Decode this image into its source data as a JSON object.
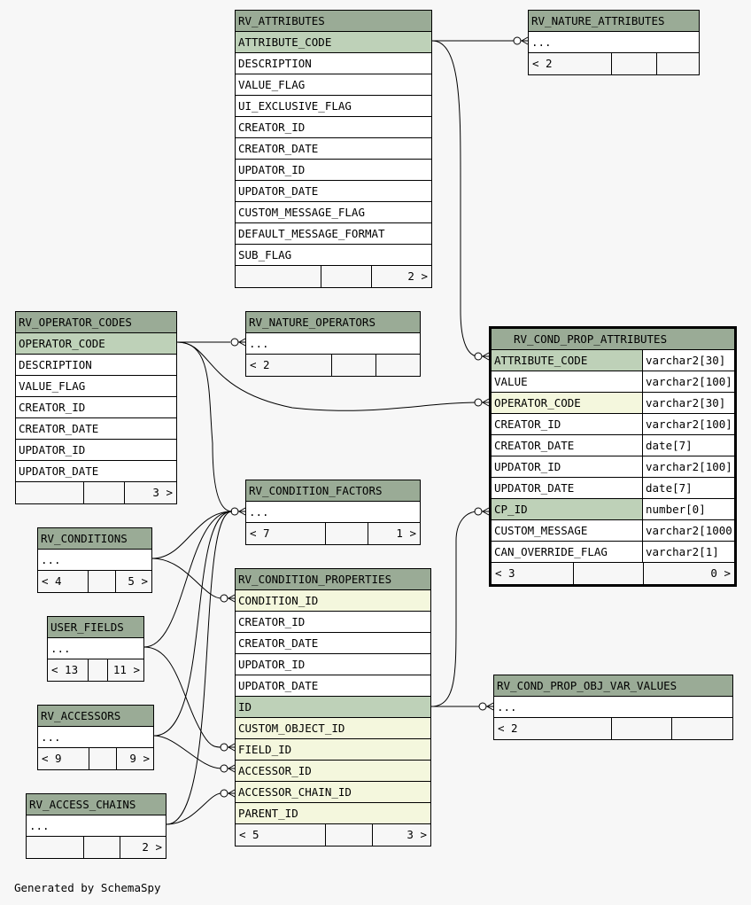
{
  "tables": {
    "rv_attributes": {
      "name": "RV_ATTRIBUTES",
      "columns": [
        {
          "name": "ATTRIBUTE_CODE",
          "kind": "pk"
        },
        {
          "name": "DESCRIPTION",
          "kind": "plain"
        },
        {
          "name": "VALUE_FLAG",
          "kind": "plain"
        },
        {
          "name": "UI_EXCLUSIVE_FLAG",
          "kind": "plain"
        },
        {
          "name": "CREATOR_ID",
          "kind": "plain"
        },
        {
          "name": "CREATOR_DATE",
          "kind": "plain"
        },
        {
          "name": "UPDATOR_ID",
          "kind": "plain"
        },
        {
          "name": "UPDATOR_DATE",
          "kind": "plain"
        },
        {
          "name": "CUSTOM_MESSAGE_FLAG",
          "kind": "plain"
        },
        {
          "name": "DEFAULT_MESSAGE_FORMAT",
          "kind": "plain"
        },
        {
          "name": "SUB_FLAG",
          "kind": "plain"
        }
      ],
      "footer": [
        "",
        "",
        "2 >"
      ]
    },
    "rv_nature_attributes": {
      "name": "RV_NATURE_ATTRIBUTES",
      "columns": [
        {
          "name": "...",
          "kind": "plain"
        }
      ],
      "footer": [
        "< 2",
        "",
        ""
      ]
    },
    "rv_operator_codes": {
      "name": "RV_OPERATOR_CODES",
      "columns": [
        {
          "name": "OPERATOR_CODE",
          "kind": "pk"
        },
        {
          "name": "DESCRIPTION",
          "kind": "plain"
        },
        {
          "name": "VALUE_FLAG",
          "kind": "plain"
        },
        {
          "name": "CREATOR_ID",
          "kind": "plain"
        },
        {
          "name": "CREATOR_DATE",
          "kind": "plain"
        },
        {
          "name": "UPDATOR_ID",
          "kind": "plain"
        },
        {
          "name": "UPDATOR_DATE",
          "kind": "plain"
        }
      ],
      "footer": [
        "",
        "",
        "3 >"
      ]
    },
    "rv_nature_operators": {
      "name": "RV_NATURE_OPERATORS",
      "columns": [
        {
          "name": "...",
          "kind": "plain"
        }
      ],
      "footer": [
        "< 2",
        "",
        ""
      ]
    },
    "rv_cond_prop_attributes": {
      "name": "RV_COND_PROP_ATTRIBUTES",
      "columns": [
        {
          "name": "ATTRIBUTE_CODE",
          "type": "varchar2[30]",
          "kind": "pk"
        },
        {
          "name": "VALUE",
          "type": "varchar2[100]",
          "kind": "plain"
        },
        {
          "name": "OPERATOR_CODE",
          "type": "varchar2[30]",
          "kind": "fk"
        },
        {
          "name": "CREATOR_ID",
          "type": "varchar2[100]",
          "kind": "plain"
        },
        {
          "name": "CREATOR_DATE",
          "type": "date[7]",
          "kind": "plain"
        },
        {
          "name": "UPDATOR_ID",
          "type": "varchar2[100]",
          "kind": "plain"
        },
        {
          "name": "UPDATOR_DATE",
          "type": "date[7]",
          "kind": "plain"
        },
        {
          "name": "CP_ID",
          "type": "number[0]",
          "kind": "pk"
        },
        {
          "name": "CUSTOM_MESSAGE",
          "type": "varchar2[1000]",
          "kind": "plain"
        },
        {
          "name": "CAN_OVERRIDE_FLAG",
          "type": "varchar2[1]",
          "kind": "plain"
        }
      ],
      "footer": [
        "< 3",
        "",
        "0 >"
      ]
    },
    "rv_condition_factors": {
      "name": "RV_CONDITION_FACTORS",
      "columns": [
        {
          "name": "...",
          "kind": "plain"
        }
      ],
      "footer": [
        "< 7",
        "",
        "1 >"
      ]
    },
    "rv_conditions": {
      "name": "RV_CONDITIONS",
      "columns": [
        {
          "name": "...",
          "kind": "plain"
        }
      ],
      "footer": [
        "< 4",
        "",
        "5 >"
      ]
    },
    "rv_condition_properties": {
      "name": "RV_CONDITION_PROPERTIES",
      "columns": [
        {
          "name": "CONDITION_ID",
          "kind": "fk"
        },
        {
          "name": "CREATOR_ID",
          "kind": "plain"
        },
        {
          "name": "CREATOR_DATE",
          "kind": "plain"
        },
        {
          "name": "UPDATOR_ID",
          "kind": "plain"
        },
        {
          "name": "UPDATOR_DATE",
          "kind": "plain"
        },
        {
          "name": "ID",
          "kind": "pk"
        },
        {
          "name": "CUSTOM_OBJECT_ID",
          "kind": "fk"
        },
        {
          "name": "FIELD_ID",
          "kind": "fk"
        },
        {
          "name": "ACCESSOR_ID",
          "kind": "fk"
        },
        {
          "name": "ACCESSOR_CHAIN_ID",
          "kind": "fk"
        },
        {
          "name": "PARENT_ID",
          "kind": "fk"
        }
      ],
      "footer": [
        "< 5",
        "",
        "3 >"
      ]
    },
    "user_fields": {
      "name": "USER_FIELDS",
      "columns": [
        {
          "name": "...",
          "kind": "plain"
        }
      ],
      "footer": [
        "< 13",
        "",
        "11 >"
      ]
    },
    "rv_cond_prop_obj_var_values": {
      "name": "RV_COND_PROP_OBJ_VAR_VALUES",
      "columns": [
        {
          "name": "...",
          "kind": "plain"
        }
      ],
      "footer": [
        "< 2",
        "",
        ""
      ]
    },
    "rv_accessors": {
      "name": "RV_ACCESSORS",
      "columns": [
        {
          "name": "...",
          "kind": "plain"
        }
      ],
      "footer": [
        "< 9",
        "",
        "9 >"
      ]
    },
    "rv_access_chains": {
      "name": "RV_ACCESS_CHAINS",
      "columns": [
        {
          "name": "...",
          "kind": "plain"
        }
      ],
      "footer": [
        "",
        "",
        "2 >"
      ]
    }
  },
  "colors": {
    "header": "#9aab96",
    "primary_key": "#bed1b8",
    "foreign_key": "#f4f7dd",
    "background": "#f7f7f7"
  },
  "footer_text": "Generated by SchemaSpy"
}
